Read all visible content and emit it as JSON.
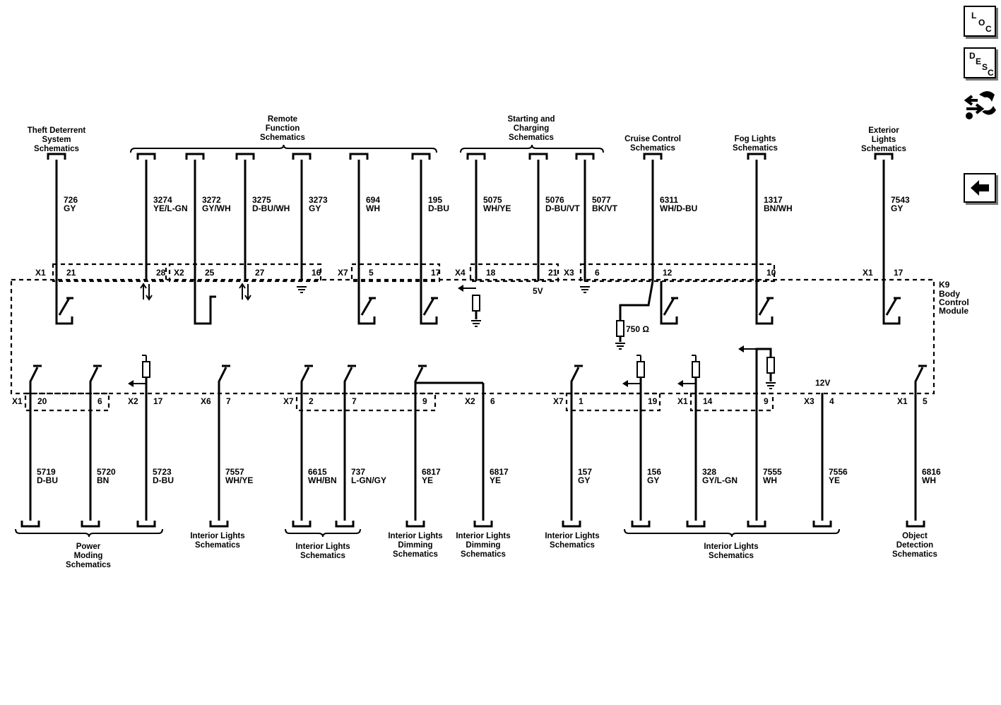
{
  "module": {
    "ref": "K9",
    "name_lines": [
      "Body",
      "Control",
      "Module"
    ]
  },
  "nav": {
    "loc": {
      "l1": "L",
      "l2": "O",
      "l3": "C"
    },
    "desc": {
      "l1": "D",
      "l2": "E",
      "l3": "S",
      "l4": "C"
    },
    "icons": [
      "connector-tool-icon",
      "back-arrow-icon"
    ]
  },
  "top_wires": [
    {
      "circuit": "726",
      "color": "GY",
      "connector": "X1",
      "pin": "21"
    },
    {
      "circuit": "3274",
      "color": "YE/L-GN",
      "pin": "28"
    },
    {
      "circuit": "3272",
      "color": "GY/WH",
      "connector": "X2",
      "pin": "25"
    },
    {
      "circuit": "3275",
      "color": "D-BU/WH",
      "pin": "27"
    },
    {
      "circuit": "3273",
      "color": "GY",
      "pin": "16"
    },
    {
      "circuit": "694",
      "color": "WH",
      "connector": "X7",
      "pin": "5"
    },
    {
      "circuit": "195",
      "color": "D-BU",
      "pin": "17"
    },
    {
      "circuit": "5075",
      "color": "WH/YE",
      "connector": "X4",
      "pin": "18"
    },
    {
      "circuit": "5076",
      "color": "D-BU/VT",
      "pin": "21",
      "note": "5V"
    },
    {
      "circuit": "5077",
      "color": "BK/VT",
      "connector": "X3",
      "pin": "6"
    },
    {
      "circuit": "6311",
      "color": "WH/D-BU",
      "pin": "12",
      "resistor": "750 Ω"
    },
    {
      "circuit": "1317",
      "color": "BN/WH",
      "pin": "10"
    },
    {
      "circuit": "7543",
      "color": "GY",
      "connector": "X1",
      "pin": "17"
    }
  ],
  "bottom_wires": [
    {
      "circuit": "5719",
      "color": "D-BU",
      "connector": "X1",
      "pin": "20"
    },
    {
      "circuit": "5720",
      "color": "BN",
      "pin": "6"
    },
    {
      "circuit": "5723",
      "color": "D-BU",
      "connector": "X2",
      "pin": "17"
    },
    {
      "circuit": "7557",
      "color": "WH/YE",
      "connector": "X6",
      "pin": "7"
    },
    {
      "circuit": "6615",
      "color": "WH/BN",
      "connector": "X7",
      "pin": "2"
    },
    {
      "circuit": "737",
      "color": "L-GN/GY",
      "pin": "7"
    },
    {
      "circuit": "6817",
      "color": "YE",
      "pin": "9"
    },
    {
      "circuit": "6817",
      "color": "YE",
      "connector": "X2",
      "pin": "6"
    },
    {
      "circuit": "157",
      "color": "GY",
      "connector": "X7",
      "pin": "1"
    },
    {
      "circuit": "156",
      "color": "GY",
      "pin": "19"
    },
    {
      "circuit": "328",
      "color": "GY/L-GN",
      "connector": "X1",
      "pin": "14"
    },
    {
      "circuit": "7555",
      "color": "WH",
      "pin": "9"
    },
    {
      "circuit": "7556",
      "color": "YE",
      "connector": "X3",
      "pin": "4",
      "note": "12V"
    },
    {
      "circuit": "6816",
      "color": "WH",
      "connector": "X1",
      "pin": "5"
    }
  ],
  "top_destinations": [
    {
      "lines": [
        "Theft Deterrent",
        "System",
        "Schematics"
      ]
    },
    {
      "lines": [
        "Remote",
        "Function",
        "Schematics"
      ]
    },
    {
      "lines": [
        "Starting and",
        "Charging",
        "Schematics"
      ]
    },
    {
      "lines": [
        "Cruise Control",
        "Schematics"
      ]
    },
    {
      "lines": [
        "Fog Lights",
        "Schematics"
      ]
    },
    {
      "lines": [
        "Exterior",
        "Lights",
        "Schematics"
      ]
    }
  ],
  "bottom_destinations": [
    {
      "lines": [
        "Power",
        "Moding",
        "Schematics"
      ]
    },
    {
      "lines": [
        "Interior Lights",
        "Schematics"
      ]
    },
    {
      "lines": [
        "Interior Lights",
        "Schematics"
      ]
    },
    {
      "lines": [
        "Interior Lights",
        "Dimming",
        "Schematics"
      ]
    },
    {
      "lines": [
        "Interior Lights",
        "Dimming",
        "Schematics"
      ]
    },
    {
      "lines": [
        "Interior Lights",
        "Schematics"
      ]
    },
    {
      "lines": [
        "Interior Lights",
        "Schematics"
      ]
    },
    {
      "lines": [
        "Object",
        "Detection",
        "Schematics"
      ]
    }
  ]
}
